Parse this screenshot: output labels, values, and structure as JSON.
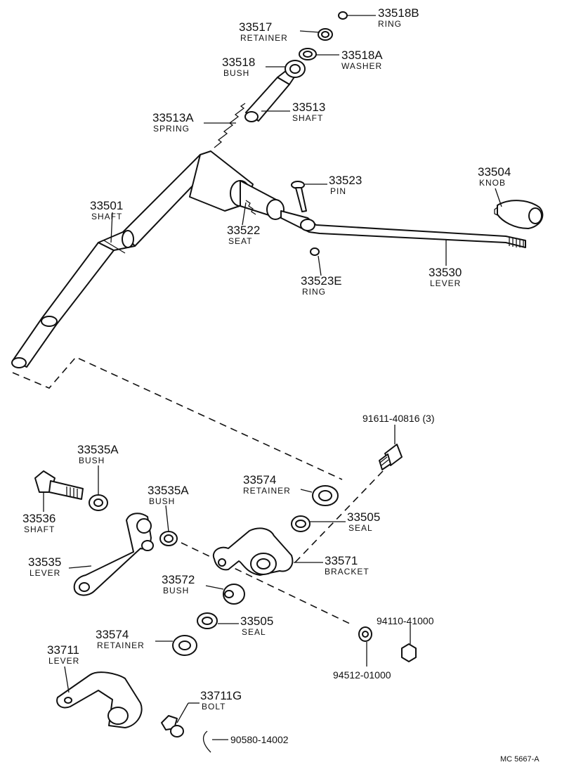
{
  "labels": {
    "p33518B": {
      "num": "33518B",
      "name": "RING"
    },
    "p33517": {
      "num": "33517",
      "name": "RETAINER"
    },
    "p33518A": {
      "num": "33518A",
      "name": "WASHER"
    },
    "p33518": {
      "num": "33518",
      "name": "BUSH"
    },
    "p33513": {
      "num": "33513",
      "name": "SHAFT"
    },
    "p33513A": {
      "num": "33513A",
      "name": "SPRING"
    },
    "p33504": {
      "num": "33504",
      "name": "KNOB"
    },
    "p33523": {
      "num": "33523",
      "name": "PIN"
    },
    "p33501": {
      "num": "33501",
      "name": "SHAFT"
    },
    "p33522": {
      "num": "33522",
      "name": "SEAT"
    },
    "p33530": {
      "num": "33530",
      "name": "LEVER"
    },
    "p33523E": {
      "num": "33523E",
      "name": "RING"
    },
    "p91611": {
      "num": "91611-40816 (3)"
    },
    "p33535A_1": {
      "num": "33535A",
      "name": "BUSH"
    },
    "p33574_1": {
      "num": "33574",
      "name": "RETAINER"
    },
    "p33535A_2": {
      "num": "33535A",
      "name": "BUSH"
    },
    "p33536": {
      "num": "33536",
      "name": "SHAFT"
    },
    "p33505_1": {
      "num": "33505",
      "name": "SEAL"
    },
    "p33535": {
      "num": "33535",
      "name": "LEVER"
    },
    "p33571": {
      "num": "33571",
      "name": "BRACKET"
    },
    "p33572": {
      "num": "33572",
      "name": "BUSH"
    },
    "p33505_2": {
      "num": "33505",
      "name": "SEAL"
    },
    "p94110": {
      "num": "94110-41000"
    },
    "p33574_2": {
      "num": "33574",
      "name": "RETAINER"
    },
    "p33711": {
      "num": "33711",
      "name": "LEVER"
    },
    "p94512": {
      "num": "94512-01000"
    },
    "p33711G": {
      "num": "33711G",
      "name": "BOLT"
    },
    "p90580": {
      "num": "90580-14002"
    }
  },
  "reference": "MC 5667-A"
}
